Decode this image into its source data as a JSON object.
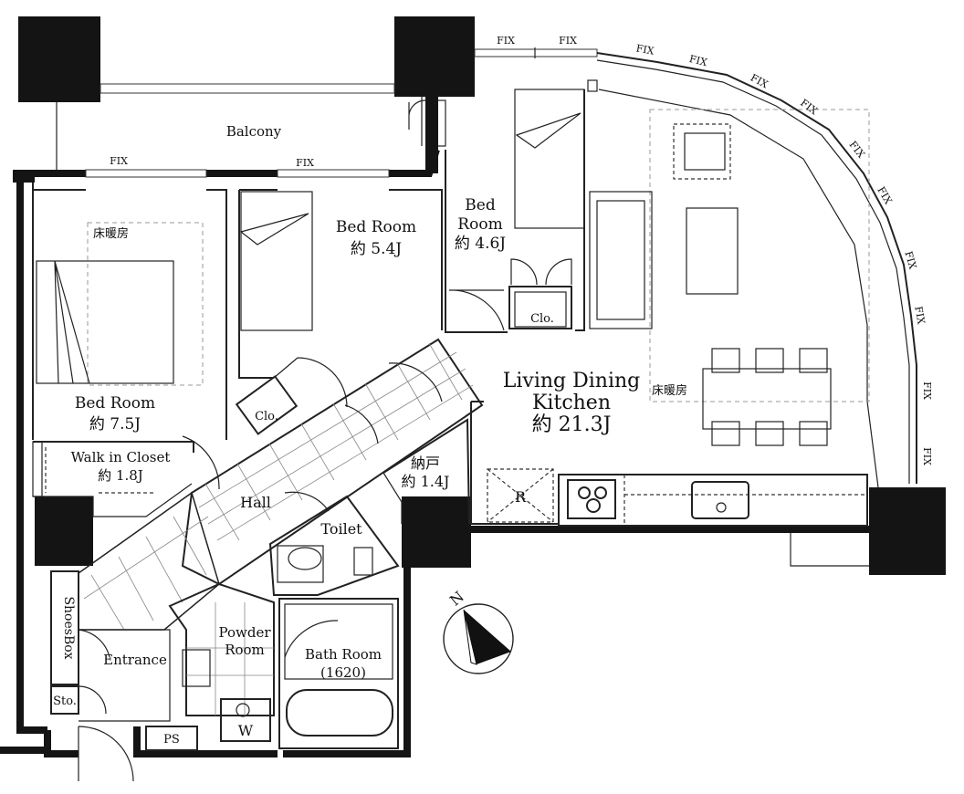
{
  "rooms": {
    "balcony": "Balcony",
    "bedroom1_name": "Bed Room",
    "bedroom1_size": "約 7.5J",
    "bedroom2_name": "Bed Room",
    "bedroom2_size": "約 5.4J",
    "bedroom3_line1": "Bed",
    "bedroom3_line2": "Room",
    "bedroom3_size": "約 4.6J",
    "ldk_line1": "Living Dining",
    "ldk_line2": "Kitchen",
    "ldk_size": "約 21.3J",
    "wic_name": "Walk in Closet",
    "wic_size": "約 1.8J",
    "storage_name": "納戸",
    "storage_size": "約 1.4J",
    "hall": "Hall",
    "toilet": "Toilet",
    "powder_line1": "Powder",
    "powder_line2": "Room",
    "bath_name": "Bath Room",
    "bath_size": "(1620)",
    "entrance": "Entrance",
    "shoes_box": "ShoesBox",
    "sto": "Sto.",
    "ps": "PS",
    "clo": "Clo.",
    "refrigerator": "R",
    "washer": "W",
    "floor_heating": "床暖房",
    "fix": "FIX"
  },
  "compass": {
    "label": "N"
  }
}
